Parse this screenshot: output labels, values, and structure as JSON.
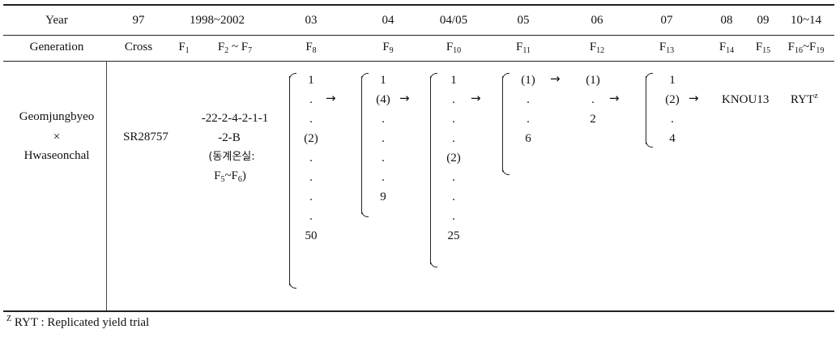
{
  "header": {
    "year_label": "Year",
    "years": [
      "97",
      "1998~2002",
      "03",
      "04",
      "04/05",
      "05",
      "06",
      "07",
      "08",
      "09",
      "10~14"
    ],
    "generation_label": "Generation",
    "cross": "Cross",
    "gen": [
      "1",
      "2",
      "7",
      "8",
      "9",
      "10",
      "11",
      "12",
      "13",
      "14",
      "15",
      "16",
      "19"
    ]
  },
  "body": {
    "parents": [
      "Geomjungbyeo",
      "×",
      "Hwaseonchal"
    ],
    "cross_code": "SR28757",
    "pedigree_line1": "-22-2-4-2-1-1",
    "pedigree_line2": "-2-B",
    "korean_note": "(동계온실:",
    "korean_note_range": [
      "5",
      "6"
    ],
    "col03": [
      "1",
      ".",
      ".",
      "(2)",
      ".",
      ".",
      ".",
      ".",
      "50"
    ],
    "col04": [
      "1",
      "(4)",
      ".",
      ".",
      ".",
      ".",
      "9"
    ],
    "col0405": [
      "1",
      ".",
      ".",
      ".",
      "(2)",
      ".",
      ".",
      ".",
      "25"
    ],
    "col05": [
      "(1)",
      ".",
      ".",
      "6"
    ],
    "col06": [
      "(1)",
      ".",
      "2"
    ],
    "col07": [
      "1",
      "(2)",
      ".",
      "4"
    ],
    "final_line": "KNOU13",
    "ryt": "RYT",
    "ryt_mark": "z",
    "arrow": "→"
  },
  "footnote": {
    "mark": "Z",
    "text": "RYT : Replicated yield trial"
  }
}
